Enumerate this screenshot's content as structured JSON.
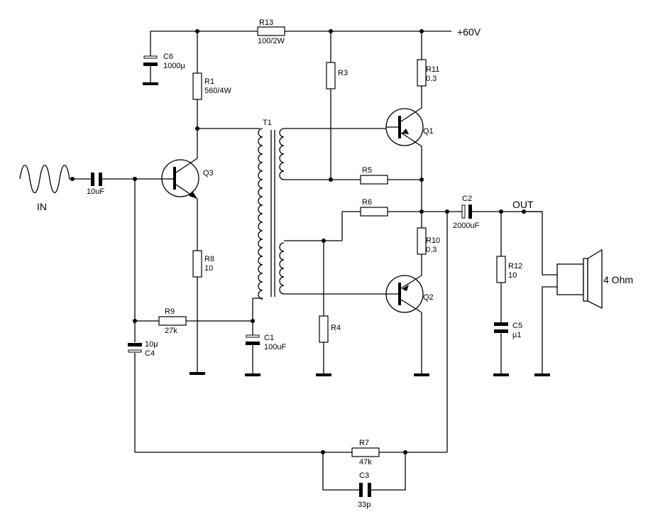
{
  "labels": {
    "supply": "+60V",
    "input": "IN",
    "output": "OUT",
    "speaker": "4 Ohm",
    "transformer": "T1"
  },
  "components": {
    "R13": {
      "name": "R13",
      "value": "100/2W"
    },
    "R1": {
      "name": "R1",
      "value": "560/4W"
    },
    "R3": {
      "name": "R3",
      "value": ""
    },
    "R11": {
      "name": "R11",
      "value": "0.3"
    },
    "R5": {
      "name": "R5",
      "value": ""
    },
    "R6": {
      "name": "R6",
      "value": ""
    },
    "R10": {
      "name": "R10",
      "value": "0.3"
    },
    "R8": {
      "name": "R8",
      "value": "10"
    },
    "R9": {
      "name": "R9",
      "value": "27k"
    },
    "R4": {
      "name": "R4",
      "value": ""
    },
    "R12": {
      "name": "R12",
      "value": "10"
    },
    "R7": {
      "name": "R7",
      "value": "47k"
    },
    "C6": {
      "name": "C6",
      "value": "1000µ"
    },
    "C_in": {
      "name": "",
      "value": "10uF"
    },
    "C1": {
      "name": "C1",
      "value": "100uF"
    },
    "C4": {
      "name": "C4",
      "value": "10µ"
    },
    "C2": {
      "name": "C2",
      "value": "2000uF"
    },
    "C5": {
      "name": "C5",
      "value": "µ1"
    },
    "C3": {
      "name": "C3",
      "value": "33p"
    },
    "Q1": {
      "name": "Q1"
    },
    "Q2": {
      "name": "Q2"
    },
    "Q3": {
      "name": "Q3"
    }
  }
}
